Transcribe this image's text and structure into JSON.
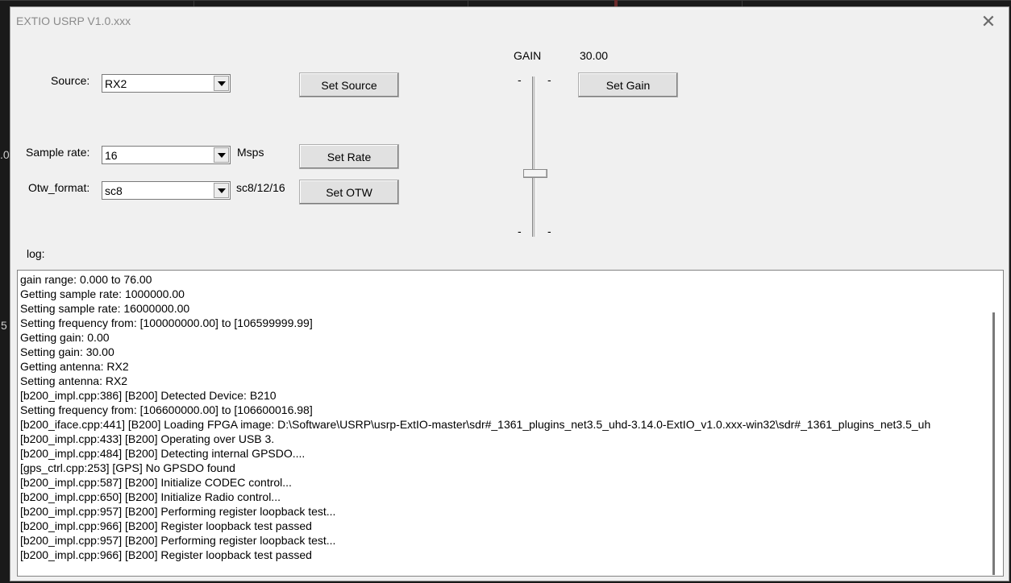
{
  "background": {
    "left_text_1": ".0",
    "left_text_2": "5"
  },
  "window": {
    "title": "EXTIO USRP V1.0.xxx",
    "close_glyph": "✕"
  },
  "source": {
    "label": "Source:",
    "value": "RX2",
    "button": "Set Source"
  },
  "sample_rate": {
    "label": "Sample rate:",
    "value": "16",
    "unit": "Msps",
    "button": "Set Rate"
  },
  "otw_format": {
    "label": "Otw_format:",
    "value": "sc8",
    "hint": "sc8/12/16",
    "button": "Set OTW"
  },
  "gain": {
    "label": "GAIN",
    "value": "30.00",
    "button": "Set Gain",
    "tick": "-",
    "level_fraction": 0.39
  },
  "log": {
    "label": "log:",
    "lines": [
      "gain range: 0.000 to 76.00",
      "Getting sample rate: 1000000.00",
      "Setting sample rate: 16000000.00",
      "Setting frequency from: [100000000.00] to [106599999.99]",
      "Getting gain: 0.00",
      "Setting gain: 30.00",
      "Getting antenna: RX2",
      "Setting antenna: RX2",
      "[b200_impl.cpp:386] [B200] Detected Device: B210",
      "Setting frequency from: [106600000.00] to [106600016.98]",
      "[b200_iface.cpp:441] [B200] Loading FPGA image: D:\\Software\\USRP\\usrp-ExtIO-master\\sdr#_1361_plugins_net3.5_uhd-3.14.0-ExtIO_v1.0.xxx-win32\\sdr#_1361_plugins_net3.5_uh",
      "[b200_impl.cpp:433] [B200] Operating over USB 3.",
      "[b200_impl.cpp:484] [B200] Detecting internal GPSDO....",
      "[gps_ctrl.cpp:253] [GPS] No GPSDO found",
      "[b200_impl.cpp:587] [B200] Initialize CODEC control...",
      "[b200_impl.cpp:650] [B200] Initialize Radio control...",
      "[b200_impl.cpp:957] [B200] Performing register loopback test...",
      "[b200_impl.cpp:966] [B200] Register loopback test passed",
      "[b200_impl.cpp:957] [B200] Performing register loopback test...",
      "[b200_impl.cpp:966] [B200] Register loopback test passed"
    ]
  }
}
